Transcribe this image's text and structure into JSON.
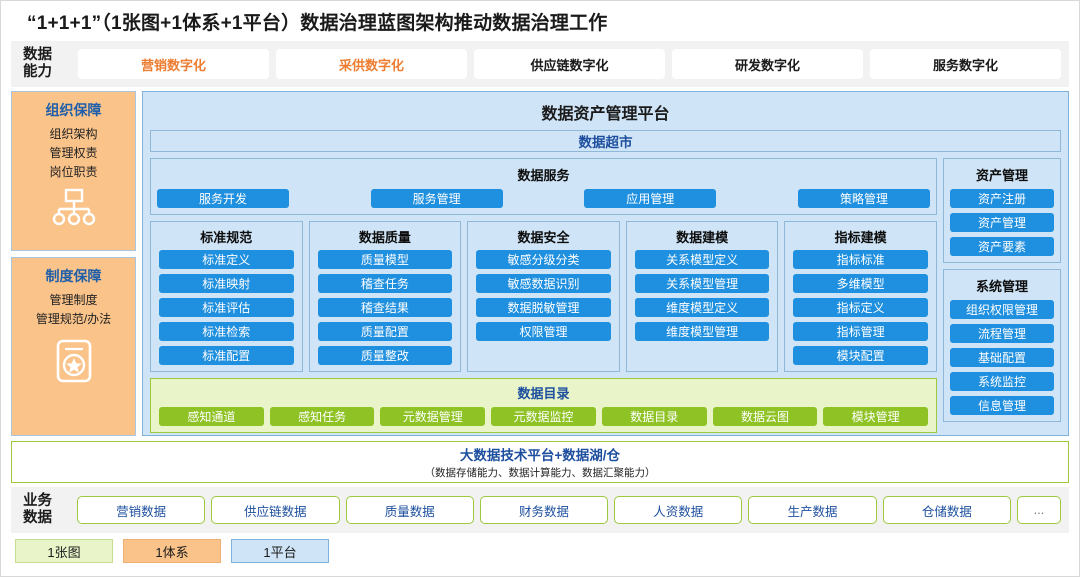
{
  "title": "“1+1+1”（1张图+1体系+1平台）数据治理蓝图架构推动数据治理工作",
  "capability": {
    "label_line1": "数据",
    "label_line2": "能力",
    "items": [
      {
        "label": "营销数字化",
        "accent": true
      },
      {
        "label": "采供数字化",
        "accent": true
      },
      {
        "label": "供应链数字化",
        "accent": false
      },
      {
        "label": "研发数字化",
        "accent": false
      },
      {
        "label": "服务数字化",
        "accent": false
      }
    ],
    "accent_color": "#ed7d31"
  },
  "guarantee": [
    {
      "title": "组织保障",
      "items": [
        "组织架构",
        "管理权责",
        "岗位职责"
      ],
      "icon": "org-chart-icon"
    },
    {
      "title": "制度保障",
      "items": [
        "管理制度",
        "管理规范/办法"
      ],
      "icon": "policy-document-icon"
    }
  ],
  "platform": {
    "title": "数据资产管理平台",
    "supermarket": "数据超市",
    "service": {
      "title": "数据服务",
      "buttons": [
        "服务开发",
        "服务管理",
        "应用管理",
        "策略管理"
      ]
    },
    "domains": [
      {
        "title": "标准规范",
        "buttons": [
          "标准定义",
          "标准映射",
          "标准评估",
          "标准检索",
          "标准配置"
        ]
      },
      {
        "title": "数据质量",
        "buttons": [
          "质量模型",
          "稽查任务",
          "稽查结果",
          "质量配置",
          "质量整改"
        ]
      },
      {
        "title": "数据安全",
        "buttons": [
          "敏感分级分类",
          "敏感数据识别",
          "数据脱敏管理",
          "权限管理"
        ]
      },
      {
        "title": "数据建模",
        "buttons": [
          "关系模型定义",
          "关系模型管理",
          "维度模型定义",
          "维度模型管理"
        ]
      },
      {
        "title": "指标建模",
        "buttons": [
          "指标标准",
          "多维模型",
          "指标定义",
          "指标管理",
          "模块配置"
        ]
      }
    ],
    "right_panels": [
      {
        "title": "资产管理",
        "buttons": [
          "资产注册",
          "资产管理",
          "资产要素"
        ]
      },
      {
        "title": "系统管理",
        "buttons": [
          "组织权限管理",
          "流程管理",
          "基础配置",
          "系统监控",
          "信息管理"
        ]
      }
    ],
    "catalog": {
      "title": "数据目录",
      "buttons": [
        "感知通道",
        "感知任务",
        "元数据管理",
        "元数据监控",
        "数据目录",
        "数据云图",
        "模块管理"
      ]
    }
  },
  "bigdata": {
    "title": "大数据技术平台+数据湖/仓",
    "subtitle": "（数据存储能力、数据计算能力、数据汇聚能力）"
  },
  "business": {
    "label_line1": "业务",
    "label_line2": "数据",
    "items": [
      "营销数据",
      "供应链数据",
      "质量数据",
      "财务数据",
      "人资数据",
      "生产数据",
      "仓储数据"
    ],
    "more": "..."
  },
  "legend": [
    {
      "label": "1张图",
      "color": "#e9f5c9"
    },
    {
      "label": "1体系",
      "color": "#fac38a"
    },
    {
      "label": "1平台",
      "color": "#cfe4f6"
    }
  ]
}
